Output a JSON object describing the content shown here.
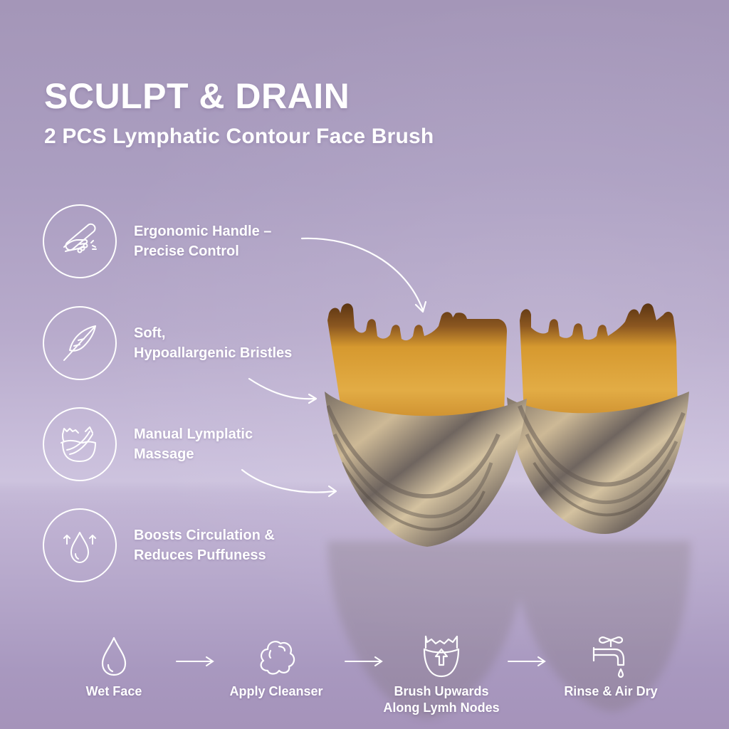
{
  "header": {
    "title": "SCULPT & DRAIN",
    "subtitle": "2 PCS Lymphatic Contour Face Brush"
  },
  "features": [
    {
      "icon": "hand-grip-icon",
      "lines": [
        "Ergonomic Handle –",
        "Precise Control"
      ]
    },
    {
      "icon": "feather-icon",
      "lines": [
        "Soft,",
        "Hypoallargenic Bristles"
      ]
    },
    {
      "icon": "brush-massage-icon",
      "lines": [
        "Manual Lymplatic",
        "Massage"
      ]
    },
    {
      "icon": "water-drop-arrows-icon",
      "lines": [
        "Boosts Circulation &",
        "Reduces Puffuness"
      ]
    }
  ],
  "steps": [
    {
      "icon": "water-drop-icon",
      "lines": [
        "Wet Face"
      ]
    },
    {
      "icon": "foam-cloud-icon",
      "lines": [
        "Apply Cleanser"
      ]
    },
    {
      "icon": "brush-up-arrow-icon",
      "lines": [
        "Brush Upwards",
        "Along Lymh Nodes"
      ]
    },
    {
      "icon": "faucet-icon",
      "lines": [
        "Rinse & Air Dry"
      ]
    }
  ],
  "product": {
    "name": "Lymphatic Contour Face Brush",
    "count": "2 PCS",
    "colors": {
      "background": "#a99bbf",
      "bristle": "#d9a13a",
      "bristle_tip": "#6a3f17",
      "handle_light": "#cdb996",
      "handle_dark": "#6f655f"
    }
  }
}
